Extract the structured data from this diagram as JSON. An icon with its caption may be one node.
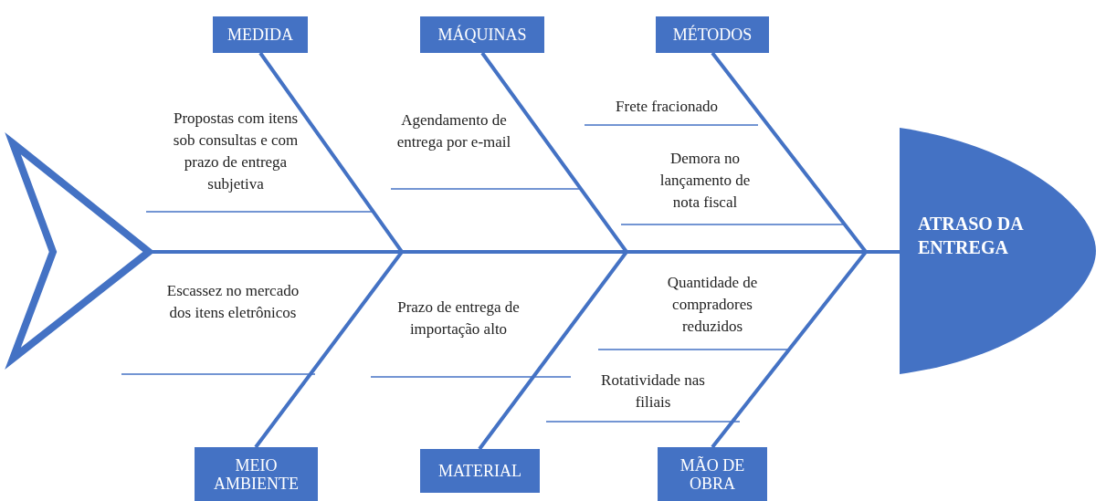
{
  "diagram": {
    "nodes": [
      {
        "text": [
          "MEDIDA"
        ]
      },
      {
        "text": [
          "MÁQUINAS"
        ]
      },
      {
        "text": [
          "MÉTODOS"
        ]
      },
      {
        "text": [
          "MEIO AMBIENTE"
        ]
      },
      {
        "text": [
          "MATERIAL"
        ]
      },
      {
        "text": [
          "MÃO DE OBRA"
        ]
      },
      {
        "text": [
          "ATRASO DA ENTREGA"
        ]
      },
      {
        "text": [],
        "shape": "chevron"
      }
    ],
    "edges": [
      {
        "from": 0,
        "to": 6,
        "arrow": "none"
      },
      {
        "from": 1,
        "to": 6,
        "arrow": "none"
      },
      {
        "from": 2,
        "to": 6,
        "arrow": "none"
      },
      {
        "from": 3,
        "to": 6,
        "arrow": "none"
      },
      {
        "from": 4,
        "to": 6,
        "arrow": "none"
      },
      {
        "from": 5,
        "to": 6,
        "arrow": "none"
      },
      {
        "from": 7,
        "to": 6,
        "arrow": "none"
      }
    ],
    "labels": [
      "Propostas com itens sob consultas e com prazo de entrega subjetiva",
      "Agendamento de entrega por e-mail",
      "Frete fracionado",
      "Demora no lançamento de nota fiscal",
      "Escassez no mercado dos itens eletrônicos",
      "Prazo de entrega de importação alto",
      "Quantidade de compradores reduzidos",
      "Rotatividade nas filiais"
    ]
  }
}
